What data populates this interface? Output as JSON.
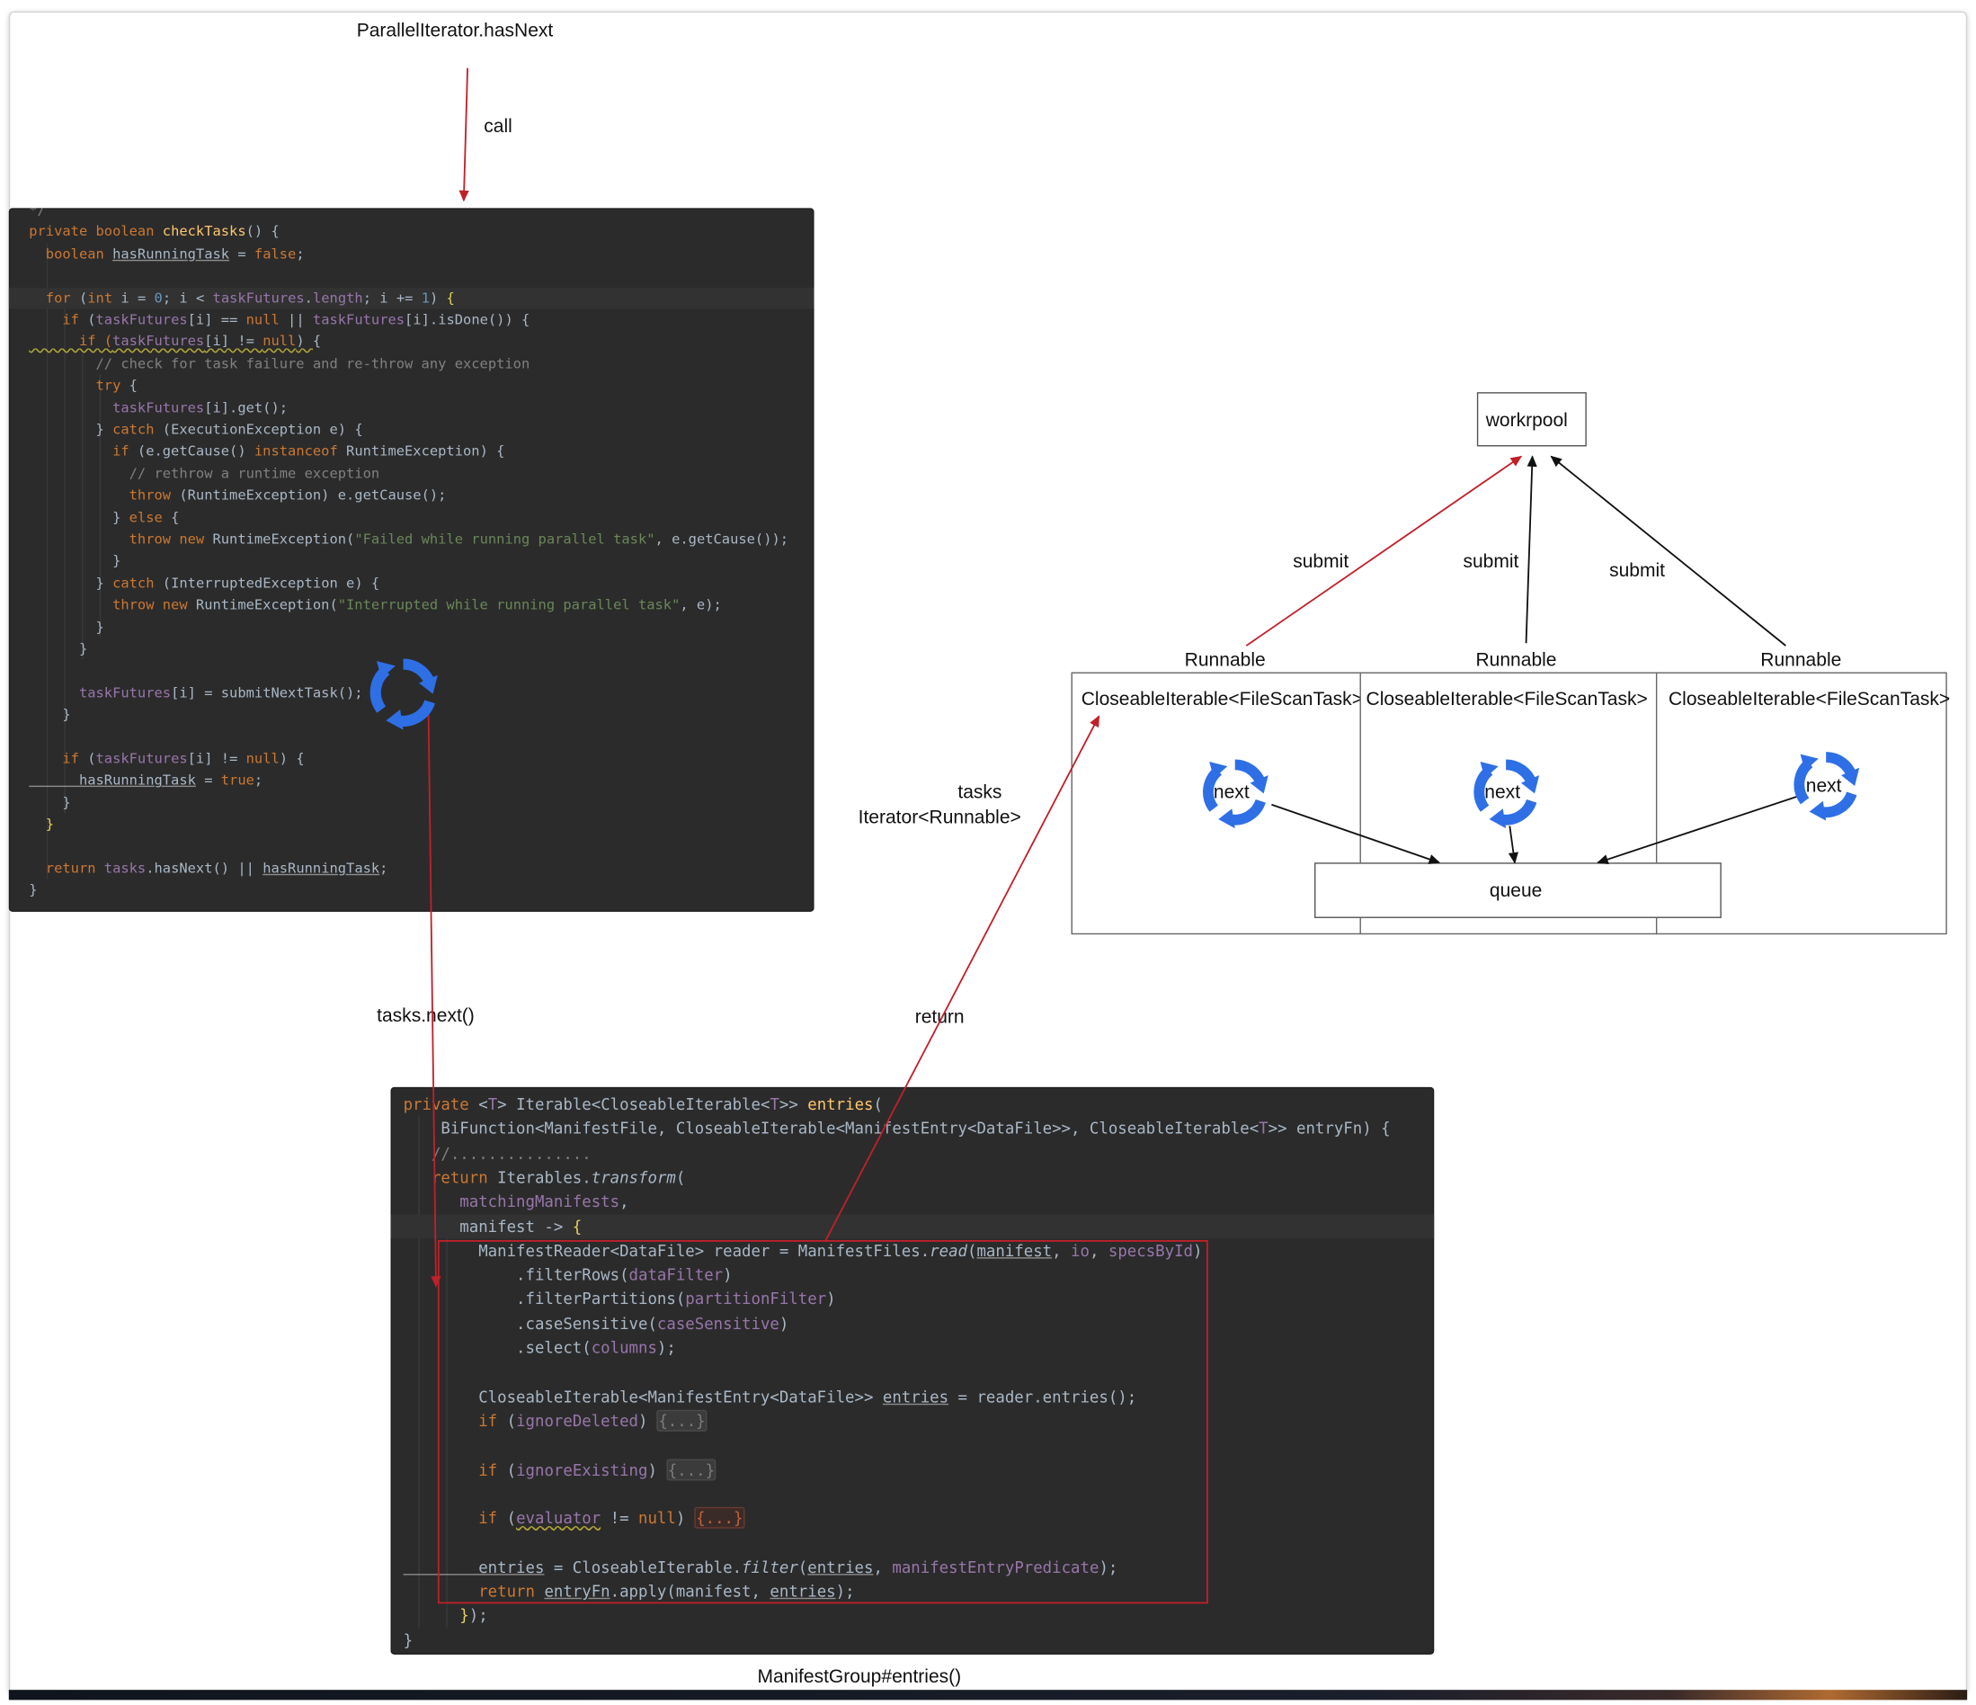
{
  "labels": {
    "top_call_target": "ParallelIterator.hasNext",
    "call": "call",
    "tasks_next": "tasks.next()",
    "return": "return",
    "tasks": "tasks",
    "iterator_runnable": "Iterator<Runnable>",
    "bottom_caption": "ManifestGroup#entries()"
  },
  "diagram": {
    "workpool": "workrpool",
    "submit_labels": [
      "submit",
      "submit",
      "submit"
    ],
    "runnable_labels": [
      "Runnable",
      "Runnable",
      "Runnable"
    ],
    "iterables": [
      "CloseableIterable<FileScanTask>",
      "CloseableIterable<FileScanTask>",
      "CloseableIterable<FileScanTask>"
    ],
    "next_labels": [
      "next",
      "next",
      "next"
    ],
    "queue": "queue"
  },
  "colors": {
    "red_arrow": "#c0202a",
    "black_arrow": "#111111",
    "refresh_icon": "#2f6fe6",
    "code_bg": "#2b2b2b"
  },
  "icons": [
    "refresh-icon"
  ],
  "code_check_tasks": {
    "lines": [
      [
        [
          "c",
          "*/"
        ]
      ],
      [
        [
          "k",
          "private boolean "
        ],
        [
          "f",
          "checkTasks"
        ],
        [
          "p",
          "() {"
        ]
      ],
      [
        [
          "k",
          "  boolean "
        ],
        [
          "pu",
          "hasRunningTask"
        ],
        [
          "p",
          " = "
        ],
        [
          "k",
          "false"
        ],
        [
          "p",
          ";"
        ]
      ],
      [
        [
          "p",
          ""
        ]
      ],
      [
        [
          "k",
          "  for "
        ],
        [
          "p",
          "("
        ],
        [
          "k",
          "int "
        ],
        [
          "p",
          "i = "
        ],
        [
          "n",
          "0"
        ],
        [
          "p",
          "; i < "
        ],
        [
          "v",
          "taskFutures"
        ],
        [
          "p",
          "."
        ],
        [
          "v",
          "length"
        ],
        [
          "p",
          "; i += "
        ],
        [
          "n",
          "1"
        ],
        [
          "p",
          ") "
        ],
        [
          "y",
          "{"
        ]
      ],
      [
        [
          "k",
          "    if "
        ],
        [
          "p",
          "("
        ],
        [
          "v",
          "taskFutures"
        ],
        [
          "p",
          "[i] == "
        ],
        [
          "k",
          "null"
        ],
        [
          "p",
          " || "
        ],
        [
          "v",
          "taskFutures"
        ],
        [
          "p",
          "[i].isDone()) {"
        ]
      ],
      [
        [
          "kw",
          "      if ("
        ],
        [
          "vw",
          "taskFutures"
        ],
        [
          "pw",
          "[i] != "
        ],
        [
          "kw",
          "null"
        ],
        [
          "pw",
          ") "
        ],
        [
          "p",
          "{"
        ]
      ],
      [
        [
          "c",
          "        // check for task failure and re-throw any exception"
        ]
      ],
      [
        [
          "k",
          "        try "
        ],
        [
          "p",
          "{"
        ]
      ],
      [
        [
          "v",
          "          taskFutures"
        ],
        [
          "p",
          "[i].get();"
        ]
      ],
      [
        [
          "p",
          "        } "
        ],
        [
          "k",
          "catch "
        ],
        [
          "p",
          "(ExecutionException e) {"
        ]
      ],
      [
        [
          "k",
          "          if "
        ],
        [
          "p",
          "(e.getCause() "
        ],
        [
          "k",
          "instanceof "
        ],
        [
          "p",
          "RuntimeException) {"
        ]
      ],
      [
        [
          "c",
          "            // rethrow a runtime exception"
        ]
      ],
      [
        [
          "k",
          "            throw "
        ],
        [
          "p",
          "(RuntimeException) e.getCause();"
        ]
      ],
      [
        [
          "p",
          "          } "
        ],
        [
          "k",
          "else "
        ],
        [
          "p",
          "{"
        ]
      ],
      [
        [
          "k",
          "            throw new "
        ],
        [
          "p",
          "RuntimeException("
        ],
        [
          "s",
          "\"Failed while running parallel task\""
        ],
        [
          "p",
          ", e.getCause());"
        ]
      ],
      [
        [
          "p",
          "          }"
        ]
      ],
      [
        [
          "p",
          "        } "
        ],
        [
          "k",
          "catch "
        ],
        [
          "p",
          "(InterruptedException e) {"
        ]
      ],
      [
        [
          "k",
          "          throw new "
        ],
        [
          "p",
          "RuntimeException("
        ],
        [
          "s",
          "\"Interrupted while running parallel task\""
        ],
        [
          "p",
          ", e);"
        ]
      ],
      [
        [
          "p",
          "        }"
        ]
      ],
      [
        [
          "p",
          "      }"
        ]
      ],
      [
        [
          "p",
          ""
        ]
      ],
      [
        [
          "v",
          "      taskFutures"
        ],
        [
          "p",
          "[i] = submitNextTask();"
        ]
      ],
      [
        [
          "p",
          "    }"
        ]
      ],
      [
        [
          "p",
          ""
        ]
      ],
      [
        [
          "k",
          "    if "
        ],
        [
          "p",
          "("
        ],
        [
          "v",
          "taskFutures"
        ],
        [
          "p",
          "[i] != "
        ],
        [
          "k",
          "null"
        ],
        [
          "p",
          ") {"
        ]
      ],
      [
        [
          "pu",
          "      hasRunningTask"
        ],
        [
          "p",
          " = "
        ],
        [
          "k",
          "true"
        ],
        [
          "p",
          ";"
        ]
      ],
      [
        [
          "p",
          "    }"
        ]
      ],
      [
        [
          "y",
          "  }"
        ]
      ],
      [
        [
          "p",
          ""
        ]
      ],
      [
        [
          "k",
          "  return "
        ],
        [
          "v",
          "tasks"
        ],
        [
          "p",
          ".hasNext() || "
        ],
        [
          "pu",
          "hasRunningTask"
        ],
        [
          "p",
          ";"
        ]
      ],
      [
        [
          "p",
          "}"
        ]
      ]
    ]
  },
  "code_entries": {
    "lines": [
      [
        [
          "k",
          "private "
        ],
        [
          "p",
          "<"
        ],
        [
          "v",
          "T"
        ],
        [
          "p",
          "> Iterable<CloseableIterable<"
        ],
        [
          "v",
          "T"
        ],
        [
          "p",
          ">> "
        ],
        [
          "f",
          "entries"
        ],
        [
          "p",
          "("
        ]
      ],
      [
        [
          "p",
          "    BiFunction<ManifestFile, CloseableIterable<ManifestEntry<DataFile>>, CloseableIterable<"
        ],
        [
          "v",
          "T"
        ],
        [
          "p",
          ">> entryFn) {"
        ]
      ],
      [
        [
          "c",
          "   //..............."
        ]
      ],
      [
        [
          "k",
          "   return "
        ],
        [
          "p",
          "Iterables."
        ],
        [
          "pi",
          "transform"
        ],
        [
          "p",
          "("
        ]
      ],
      [
        [
          "v",
          "      matchingManifests"
        ],
        [
          "p",
          ","
        ]
      ],
      [
        [
          "p",
          "      manifest -> "
        ],
        [
          "y",
          "{"
        ]
      ],
      [
        [
          "p",
          "        ManifestReader<DataFile> reader = ManifestFiles."
        ],
        [
          "pi",
          "read"
        ],
        [
          "p",
          "("
        ],
        [
          "pu",
          "manifest"
        ],
        [
          "p",
          ", "
        ],
        [
          "v",
          "io"
        ],
        [
          "p",
          ", "
        ],
        [
          "v",
          "specsById"
        ],
        [
          "p",
          ")"
        ]
      ],
      [
        [
          "p",
          "            .filterRows("
        ],
        [
          "v",
          "dataFilter"
        ],
        [
          "p",
          ")"
        ]
      ],
      [
        [
          "p",
          "            .filterPartitions("
        ],
        [
          "v",
          "partitionFilter"
        ],
        [
          "p",
          ")"
        ]
      ],
      [
        [
          "p",
          "            .caseSensitive("
        ],
        [
          "v",
          "caseSensitive"
        ],
        [
          "p",
          ")"
        ]
      ],
      [
        [
          "p",
          "            .select("
        ],
        [
          "v",
          "columns"
        ],
        [
          "p",
          ");"
        ]
      ],
      [
        [
          "p",
          ""
        ]
      ],
      [
        [
          "p",
          "        CloseableIterable<ManifestEntry<DataFile>> "
        ],
        [
          "pu",
          "entries"
        ],
        [
          "p",
          " = reader.entries();"
        ]
      ],
      [
        [
          "k",
          "        if "
        ],
        [
          "p",
          "("
        ],
        [
          "v",
          "ignoreDeleted"
        ],
        [
          "p",
          ") "
        ],
        [
          "fold",
          "{...}"
        ]
      ],
      [
        [
          "p",
          ""
        ]
      ],
      [
        [
          "k",
          "        if "
        ],
        [
          "p",
          "("
        ],
        [
          "v",
          "ignoreExisting"
        ],
        [
          "p",
          ") "
        ],
        [
          "fold",
          "{...}"
        ]
      ],
      [
        [
          "p",
          ""
        ]
      ],
      [
        [
          "k",
          "        if "
        ],
        [
          "p",
          "("
        ],
        [
          "e",
          "evaluator"
        ],
        [
          "p",
          " != "
        ],
        [
          "k",
          "null"
        ],
        [
          "p",
          ") "
        ],
        [
          "folde",
          "{...}"
        ]
      ],
      [
        [
          "p",
          ""
        ]
      ],
      [
        [
          "pu",
          "        entries"
        ],
        [
          "p",
          " = CloseableIterable."
        ],
        [
          "pi",
          "filter"
        ],
        [
          "p",
          "("
        ],
        [
          "pu",
          "entries"
        ],
        [
          "p",
          ", "
        ],
        [
          "v",
          "manifestEntryPredicate"
        ],
        [
          "p",
          ");"
        ]
      ],
      [
        [
          "k",
          "        return "
        ],
        [
          "pu",
          "entryFn"
        ],
        [
          "p",
          ".apply("
        ],
        [
          "p",
          "manifest"
        ],
        [
          "p",
          ", "
        ],
        [
          "pu",
          "entries"
        ],
        [
          "p",
          ");"
        ]
      ],
      [
        [
          "y",
          "      }"
        ],
        [
          "p",
          ");"
        ]
      ],
      [
        [
          "p",
          "}"
        ]
      ]
    ]
  }
}
